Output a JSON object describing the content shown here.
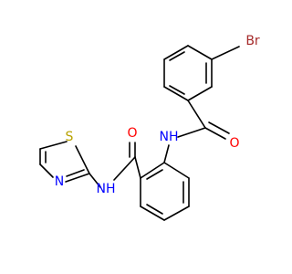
{
  "atoms": {
    "bromine": "Br",
    "amide_nh_upper": "NH",
    "amide_o_upper": "O",
    "amide_o_lower": "O",
    "amide_nh_lower": "NH",
    "thiazole_s": "S",
    "thiazole_n": "N"
  },
  "colors": {
    "bond": "#000000",
    "bromine": "#A52A2A",
    "nitrogen": "#0000FF",
    "oxygen": "#FF0000",
    "sulfur": "#B8A200"
  }
}
